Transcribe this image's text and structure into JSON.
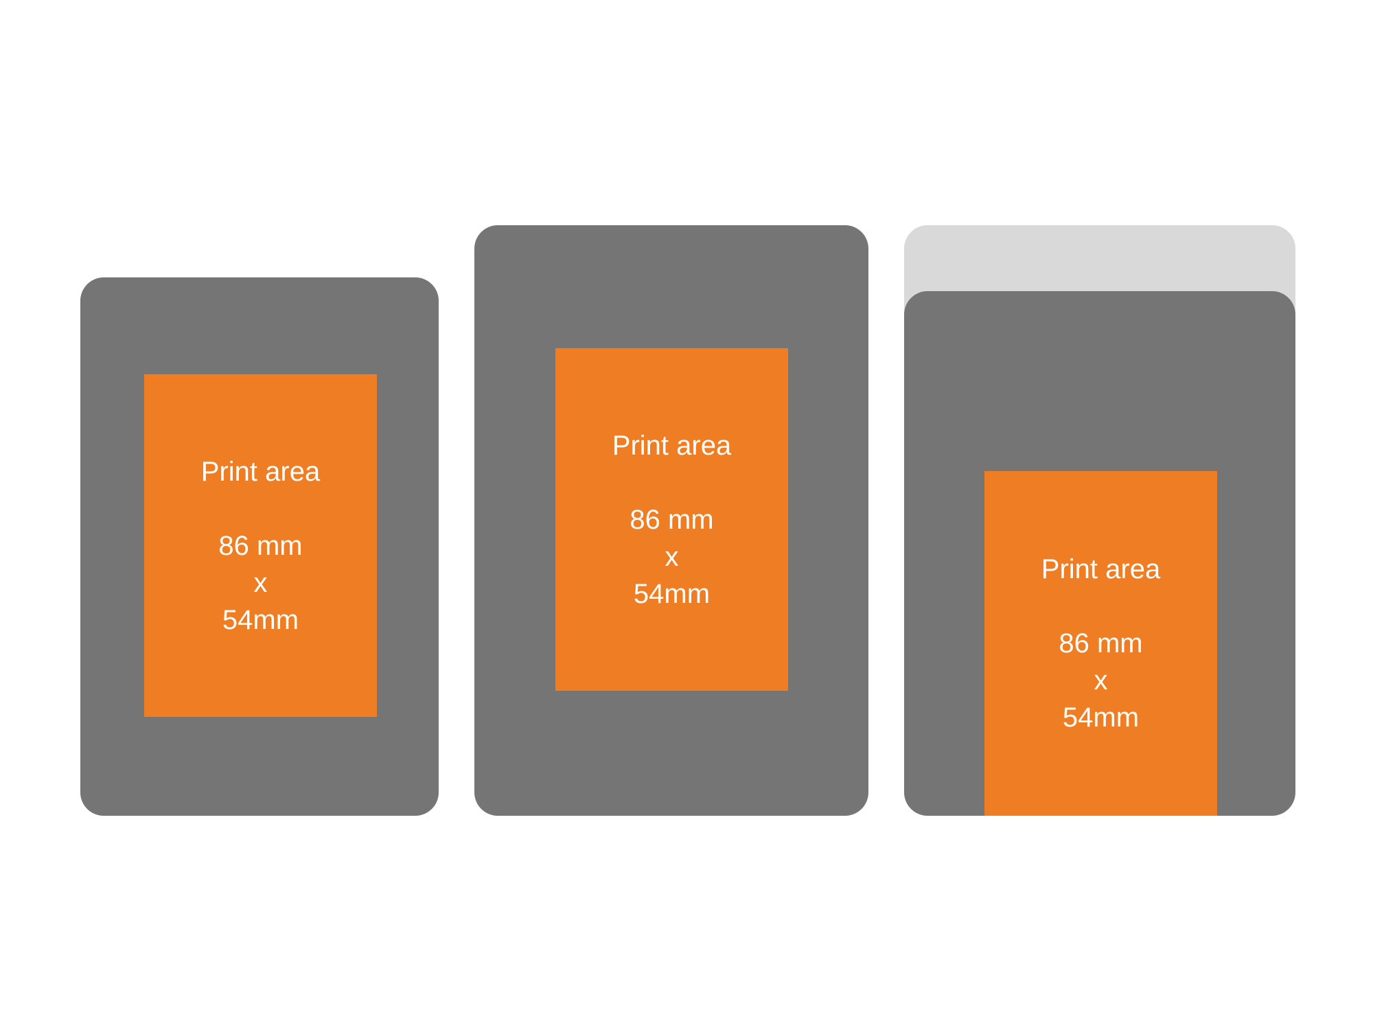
{
  "colors": {
    "card": "#757575",
    "card_back": "#d9d9d9",
    "print_area": "#ee7d24",
    "text": "#ffffff"
  },
  "cards": [
    {
      "title": "Print area",
      "width": "86 mm",
      "separator": "x",
      "height": "54mm"
    },
    {
      "title": "Print area",
      "width": "86 mm",
      "separator": "x",
      "height": "54mm"
    },
    {
      "title": "Print area",
      "width": "86 mm",
      "separator": "x",
      "height": "54mm"
    }
  ]
}
